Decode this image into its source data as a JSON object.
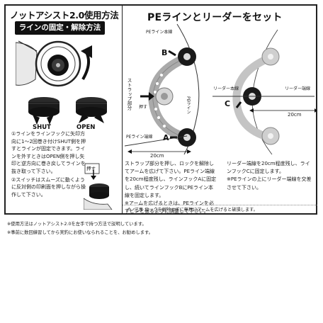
{
  "header": {
    "title": "ノットアシスト2.0使用方法",
    "section_title": "ラインの固定・解除方法",
    "right_title": "PEラインとリーダーをセット"
  },
  "left": {
    "shut_label": "SHUT",
    "open_label": "OPEN",
    "push_label": "押す",
    "steps": [
      "①ラインをラインフックに矢印方向に1～2回巻き付けSHUT側を押すとラインが固定できます。ラインを外すときはOPEN側を押し矢印と逆方向に巻き戻してラインを抜き取って下さい。",
      "②スイッチはスムーズに動くように反対側の印刷面を押しながら操作して下さい。"
    ]
  },
  "diagram1": {
    "label_b": "B",
    "label_a": "A",
    "pe_main_line": "PEライン本線",
    "pe_end_line": "PEライン端線",
    "pe_line_vertical": "PEライン",
    "strap_part": "ストラップ部分",
    "push": "押す",
    "distance": "20cm"
  },
  "diagram2": {
    "label_c": "C",
    "leader_main_line": "リーダー本線",
    "leader_end_line": "リーダー端線",
    "distance": "20cm"
  },
  "instructions": {
    "col1": [
      "ストラップ部分を押し、ロックを解除してアームを広げて下さい。PEライン端線を20cm程度残し、ラインフックAに固定し、続いてラインフックBにPEライン本線を固定します。",
      "※アームを広げるときは、PEラインを必ずピンと張るように調整して下さい。"
    ],
    "col2": [
      "リーダー端線を20cm程度残し、ラインフックCに固定します。",
      "※PEラインの上にリーダー端線を交差させて下さい。"
    ]
  },
  "caution": {
    "text": "注意 ロックを解除せずに無理にアームを広げると破損します。"
  },
  "footer": {
    "notes": [
      "※使用方法はノットアシスト2.0を左手で持つ方法で説明しています。",
      "※事前に数回練習してから実釣にお使いなられることを、お勧めします。"
    ]
  }
}
